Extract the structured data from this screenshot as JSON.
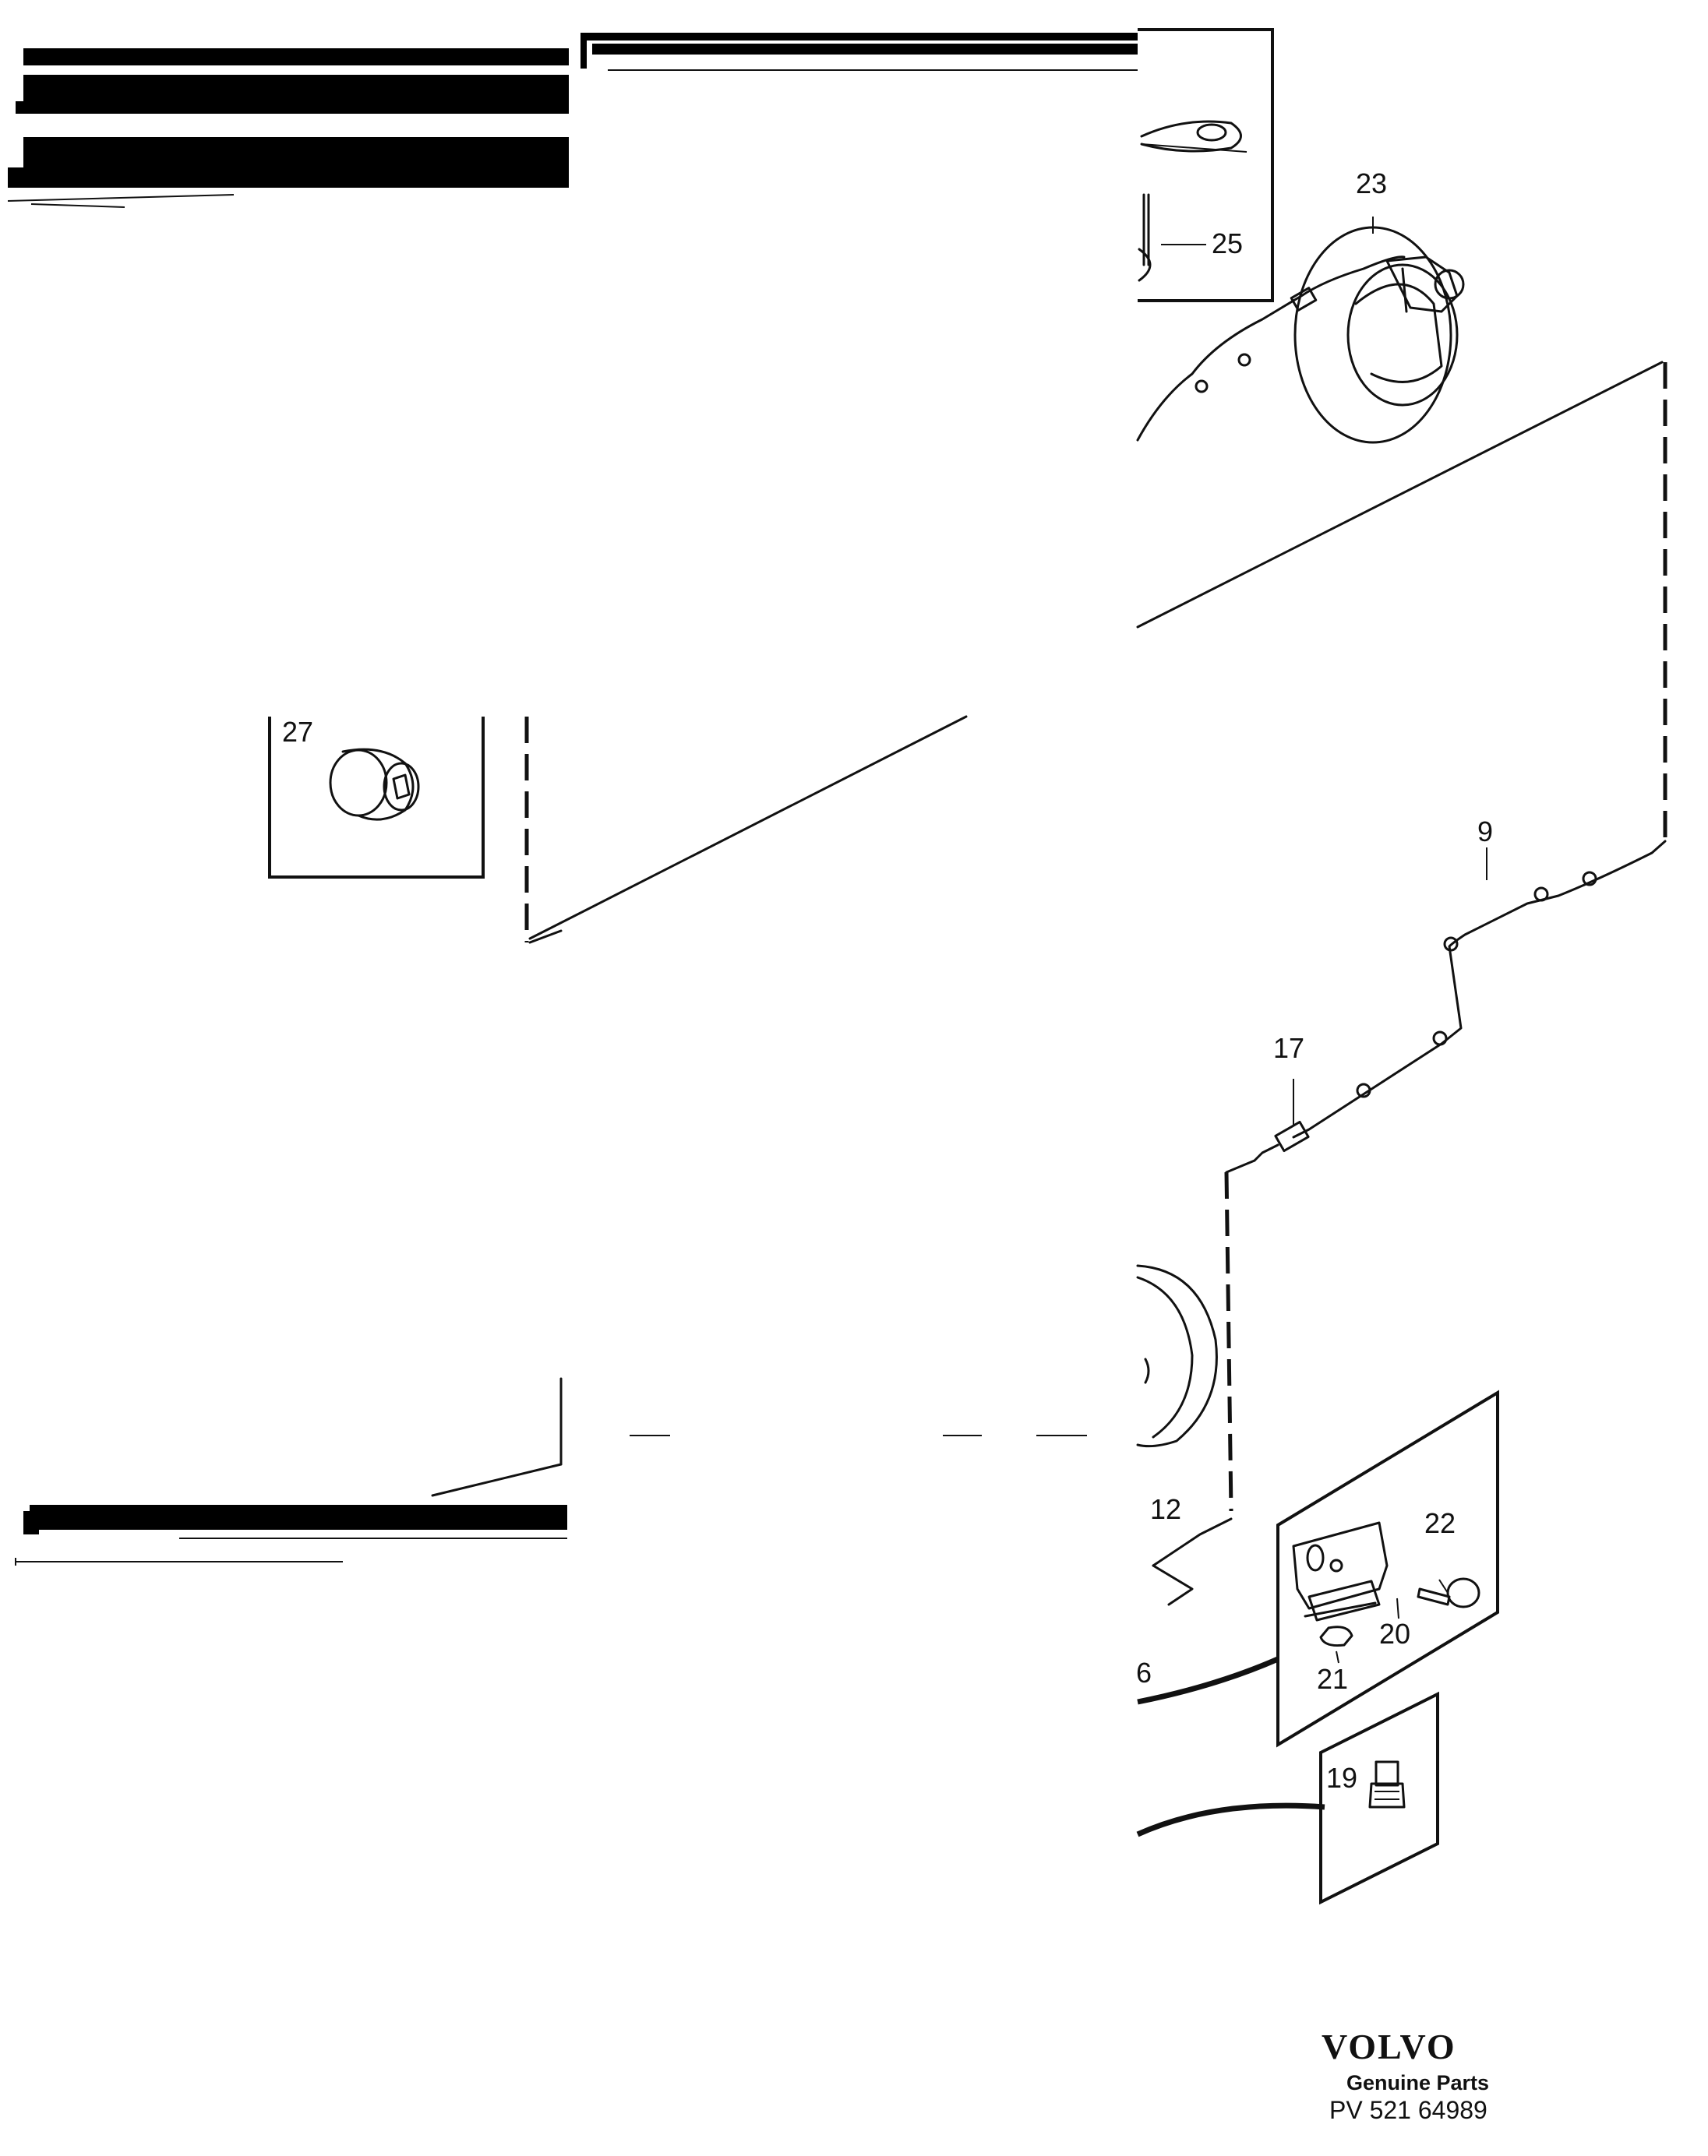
{
  "callouts": {
    "c23": "23",
    "c25": "25",
    "c27": "27",
    "c9": "9",
    "c17": "17",
    "c12": "12",
    "c6": "6",
    "c22": "22",
    "c20": "20",
    "c21": "21",
    "c19": "19"
  },
  "brand": {
    "logo": "VOLVO",
    "tagline": "Genuine Parts",
    "part_number": "PV 521 64989"
  }
}
